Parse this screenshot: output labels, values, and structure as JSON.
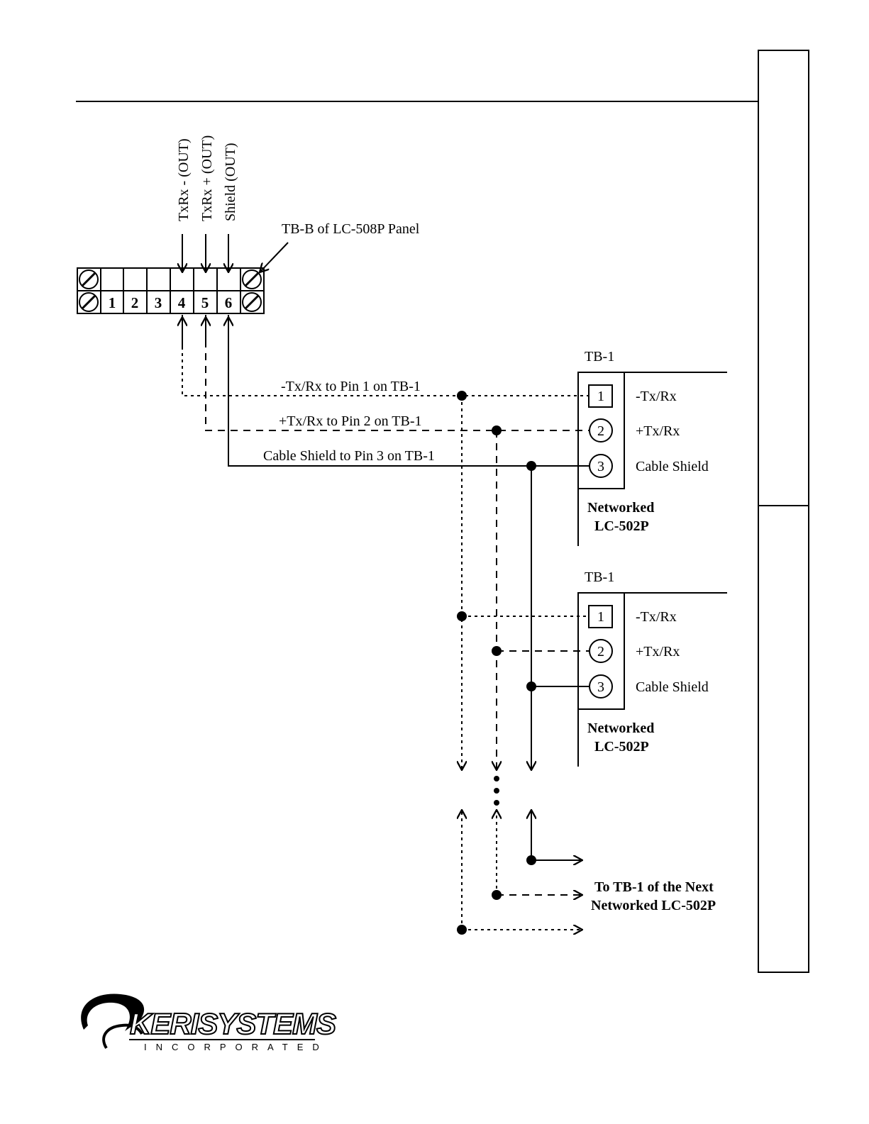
{
  "terminal_block": {
    "title": "TB-B of LC-508P Panel",
    "pins": [
      "1",
      "2",
      "3",
      "4",
      "5",
      "6"
    ],
    "outputs": [
      "TxRx - (OUT)",
      "TxRx + (OUT)",
      "Shield (OUT)"
    ]
  },
  "wires": {
    "txrx_minus": "-Tx/Rx to Pin 1 on TB-1",
    "txrx_plus": "+Tx/Rx to Pin 2 on TB-1",
    "shield": "Cable Shield to Pin 3 on TB-1"
  },
  "units": [
    {
      "tb_label": "TB-1",
      "pins": [
        {
          "num": "1",
          "label": "-Tx/Rx"
        },
        {
          "num": "2",
          "label": "+Tx/Rx"
        },
        {
          "num": "3",
          "label": "Cable Shield"
        }
      ],
      "name_line1": "Networked",
      "name_line2": "LC-502P"
    },
    {
      "tb_label": "TB-1",
      "pins": [
        {
          "num": "1",
          "label": "-Tx/Rx"
        },
        {
          "num": "2",
          "label": "+Tx/Rx"
        },
        {
          "num": "3",
          "label": "Cable Shield"
        }
      ],
      "name_line1": "Networked",
      "name_line2": "LC-502P"
    }
  ],
  "next_unit": {
    "line1": "To TB-1 of the Next",
    "line2": "Networked LC-502P"
  },
  "logo": {
    "main": "KERISYSTEMS",
    "sub": "INCORPORATED"
  }
}
